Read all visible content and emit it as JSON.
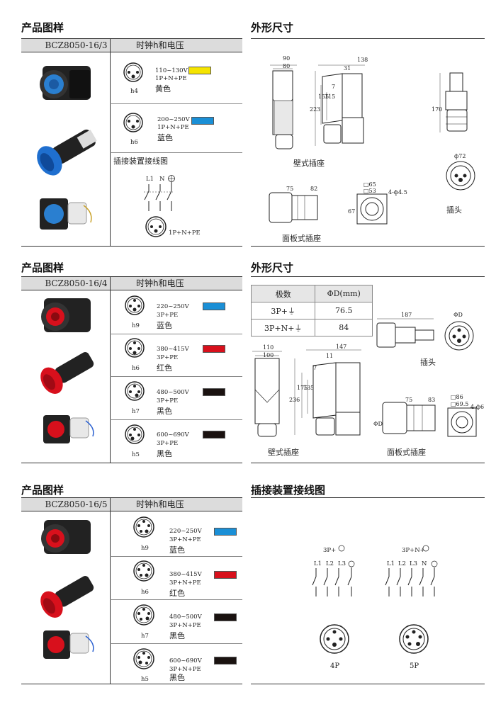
{
  "section1": {
    "left_title": "产品图样",
    "right_title": "外形尺寸",
    "model": "BCZ8050-16/3",
    "clock_header": "时钟h和电压",
    "variants": [
      {
        "voltage": "110~130V",
        "poles": "1P+N+PE",
        "color_cn": "黄色",
        "clock": "h4",
        "color": "#f5e400"
      },
      {
        "voltage": "200~250V",
        "poles": "1P+N+PE",
        "color_cn": "蓝色",
        "clock": "h6",
        "color": "#1a8fd6"
      }
    ],
    "wiring_title": "插接装置接线图",
    "wiring_labels": [
      "L1",
      "N"
    ],
    "wiring_poles": "1P+N+PE",
    "dims_wall": [
      "90",
      "80",
      "138",
      "31",
      "223",
      "155",
      "115",
      "7"
    ],
    "dims_plug": [
      "170",
      "ф72"
    ],
    "dims_panel": [
      "75",
      "82",
      "67",
      "□65",
      "□53",
      "4-ф4.5"
    ],
    "label_wall": "壁式插座",
    "label_plug": "插头",
    "label_panel": "面板式插座"
  },
  "section2": {
    "left_title": "产品图样",
    "right_title": "外形尺寸",
    "model": "BCZ8050-16/4",
    "clock_header": "时钟h和电压",
    "variants": [
      {
        "voltage": "220~250V",
        "poles": "3P+PE",
        "color_cn": "蓝色",
        "clock": "h9",
        "color": "#1a8fd6"
      },
      {
        "voltage": "380~415V",
        "poles": "3P+PE",
        "color_cn": "红色",
        "clock": "h6",
        "color": "#d8101c"
      },
      {
        "voltage": "480~500V",
        "poles": "3P+PE",
        "color_cn": "黑色",
        "clock": "h7",
        "color": "#1a1210"
      },
      {
        "voltage": "600~690V",
        "poles": "3P+PE",
        "color_cn": "黑色",
        "clock": "h5",
        "color": "#1a1210"
      }
    ],
    "table_header": [
      "极数",
      "ΦD(mm)"
    ],
    "table_rows": [
      {
        "poles": "3P+",
        "value": "76.5"
      },
      {
        "poles": "3P+N+",
        "value": "84"
      }
    ],
    "dims_wall": [
      "110",
      "100",
      "147",
      "11",
      "236",
      "175",
      "135",
      "7"
    ],
    "dims_plug": [
      "187",
      "ΦD"
    ],
    "dims_panel": [
      "75",
      "83",
      "ΦD",
      "□86",
      "□69.5",
      "4-ф6"
    ],
    "label_wall": "壁式插座",
    "label_plug": "插头",
    "label_panel": "面板式插座"
  },
  "section3": {
    "left_title": "产品图样",
    "right_title": "插接装置接线图",
    "model": "BCZ8050-16/5",
    "clock_header": "时钟h和电压",
    "variants": [
      {
        "voltage": "220~250V",
        "poles": "3P+N+PE",
        "color_cn": "蓝色",
        "clock": "h9",
        "color": "#1a8fd6"
      },
      {
        "voltage": "380~415V",
        "poles": "3P+N+PE",
        "color_cn": "红色",
        "clock": "h6",
        "color": "#d8101c"
      },
      {
        "voltage": "480~500V",
        "poles": "3P+N+PE",
        "color_cn": "黑色",
        "clock": "h7",
        "color": "#1a1210"
      },
      {
        "voltage": "600~690V",
        "poles": "3P+N+PE",
        "color_cn": "黑色",
        "clock": "h5",
        "color": "#1a1210"
      }
    ],
    "wiring": [
      {
        "title": "3P+",
        "labels": [
          "L1",
          "L2",
          "L3"
        ],
        "caption": "4P"
      },
      {
        "title": "3P+N+",
        "labels": [
          "L1",
          "L2",
          "L3",
          "N"
        ],
        "caption": "5P"
      }
    ]
  }
}
